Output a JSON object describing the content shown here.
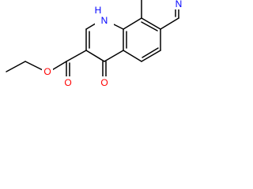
{
  "colors": {
    "bond": "#000000",
    "carbon_label": "#000000",
    "nitrogen": "#0000ff",
    "oxygen": "#ff0000",
    "background": "#ffffff"
  },
  "molecule": {
    "atoms": [
      {
        "id": "O_carbonyl_ester",
        "label": "O",
        "element": "O"
      },
      {
        "id": "O_ether",
        "label": "O",
        "element": "O"
      },
      {
        "id": "O_ketone",
        "label": "O",
        "element": "O"
      },
      {
        "id": "N_ring_amine",
        "label": "N",
        "element": "N",
        "h_label": "H"
      },
      {
        "id": "N_pyridine",
        "label": "N",
        "element": "N"
      }
    ]
  }
}
